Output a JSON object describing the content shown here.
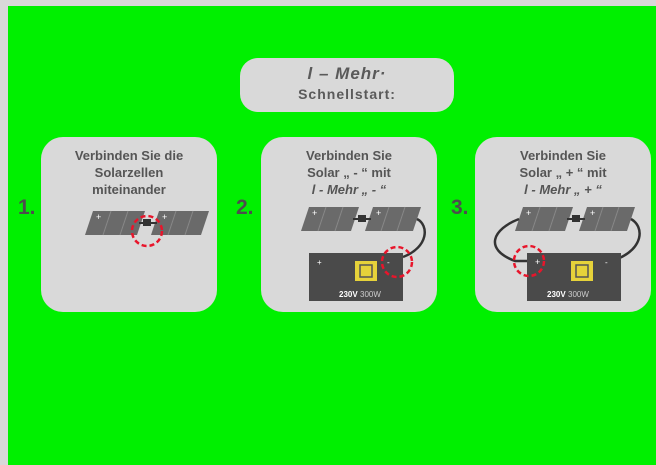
{
  "title": {
    "line1": "l – Mehr·",
    "line2": "Schnellstart:"
  },
  "steps": [
    {
      "number": "1.",
      "head": [
        "Verbinden Sie die",
        "Solarzellen",
        "miteinander"
      ]
    },
    {
      "number": "2.",
      "head": [
        "Verbinden Sie",
        "Solar „ - “ mit",
        "l - Mehr „ - “"
      ]
    },
    {
      "number": "3.",
      "head": [
        "Verbinden Sie",
        "Solar „ + “ mit",
        "l - Mehr „ + “"
      ]
    }
  ],
  "device": {
    "label_bold": "230V",
    "label_light": "300W"
  },
  "colors": {
    "background": "#00f000",
    "panel": "#d9d9d9",
    "text": "#555555",
    "highlight": "#e8152b"
  }
}
